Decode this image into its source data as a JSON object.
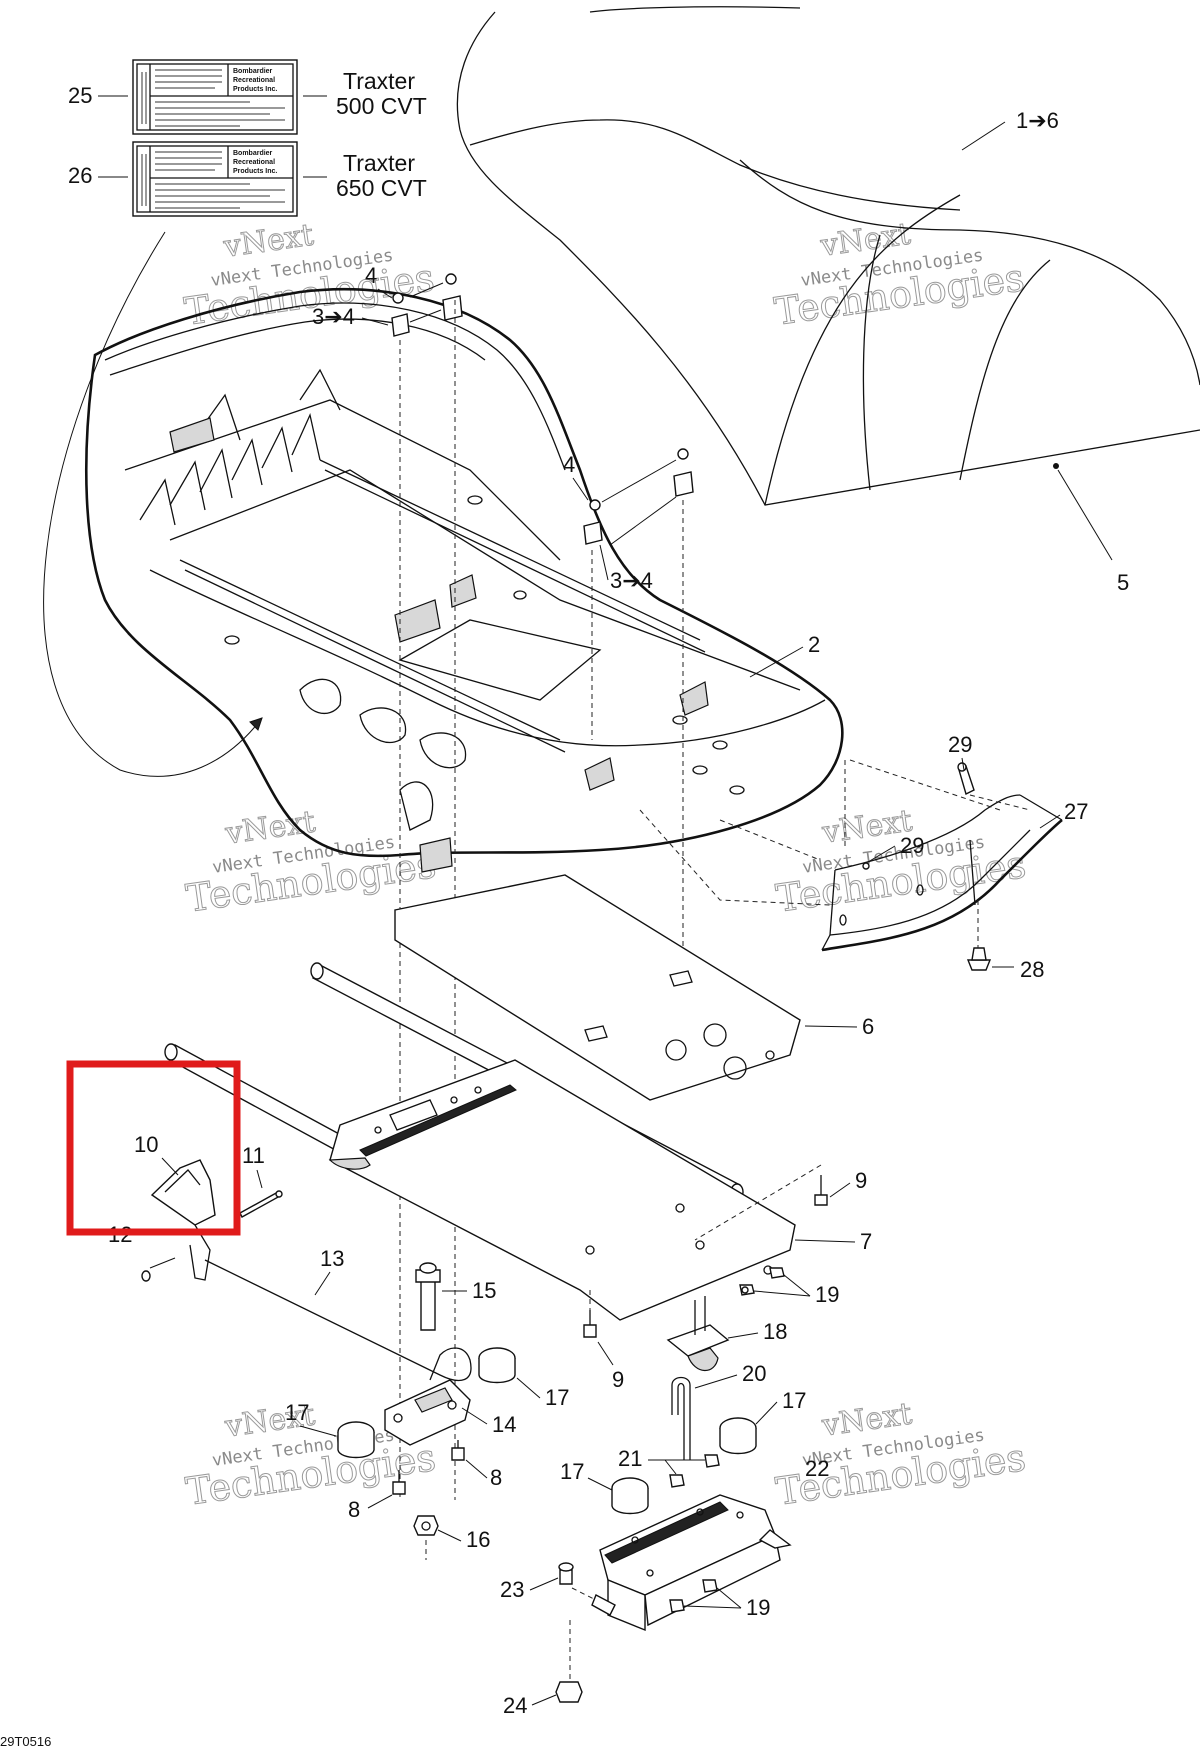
{
  "diagram_code": "29T0516",
  "watermark": {
    "line1": "vNext",
    "line2": "vNext Technologies",
    "line3": "Technologies"
  },
  "decals": {
    "label_25": {
      "callout": "25",
      "model_line1": "Traxter",
      "model_line2": "500 CVT",
      "brand_line1": "Bombardier",
      "brand_line2": "Recreational",
      "brand_line3": "Products Inc."
    },
    "label_26": {
      "callout": "26",
      "model_line1": "Traxter",
      "model_line2": "650 CVT",
      "brand_line1": "Bombardier",
      "brand_line2": "Recreational",
      "brand_line3": "Products Inc."
    }
  },
  "callouts": {
    "c1_6": "1➔6",
    "c2": "2",
    "c3_4a": "3➔4",
    "c3_4b": "3➔4",
    "c4a": "4",
    "c4b": "4",
    "c5": "5",
    "c6": "6",
    "c7": "7",
    "c8a": "8",
    "c8b": "8",
    "c9a": "9",
    "c9b": "9",
    "c10": "10",
    "c11": "11",
    "c12": "12",
    "c13": "13",
    "c14": "14",
    "c15": "15",
    "c16": "16",
    "c17a": "17",
    "c17b": "17",
    "c17c": "17",
    "c17d": "17",
    "c18": "18",
    "c19a": "19",
    "c19b": "19",
    "c20": "20",
    "c21": "21",
    "c22": "22",
    "c23": "23",
    "c24": "24",
    "c27": "27",
    "c28": "28",
    "c29a": "29",
    "c29b": "29"
  },
  "highlight": {
    "target": "10",
    "color": "#e01b1b"
  }
}
